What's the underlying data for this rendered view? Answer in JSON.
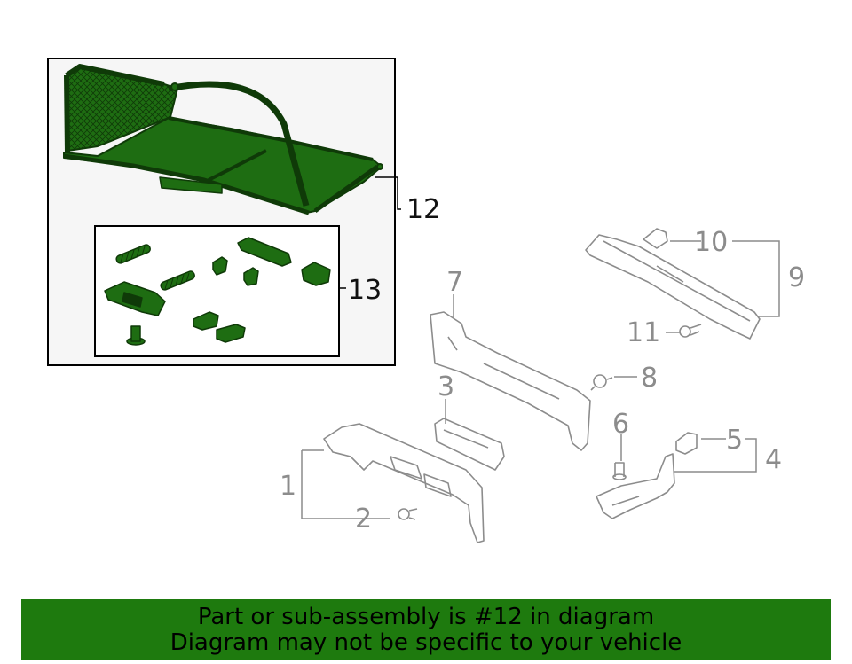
{
  "colors": {
    "highlight_fill": "#1e6d12",
    "highlight_stroke": "#0f3a08",
    "part_outline": "#8c8c8c",
    "panel_bg": "#f6f6f6",
    "banner_bg": "#1e7a0e"
  },
  "callouts": {
    "c1": "1",
    "c2": "2",
    "c3": "3",
    "c4": "4",
    "c5": "5",
    "c6": "6",
    "c7": "7",
    "c8": "8",
    "c9": "9",
    "c10": "10",
    "c11": "11",
    "c12": "12",
    "c13": "13"
  },
  "banner": {
    "line1": "Part or sub-assembly is #12 in diagram",
    "line2": "Diagram may not be specific to your vehicle"
  }
}
